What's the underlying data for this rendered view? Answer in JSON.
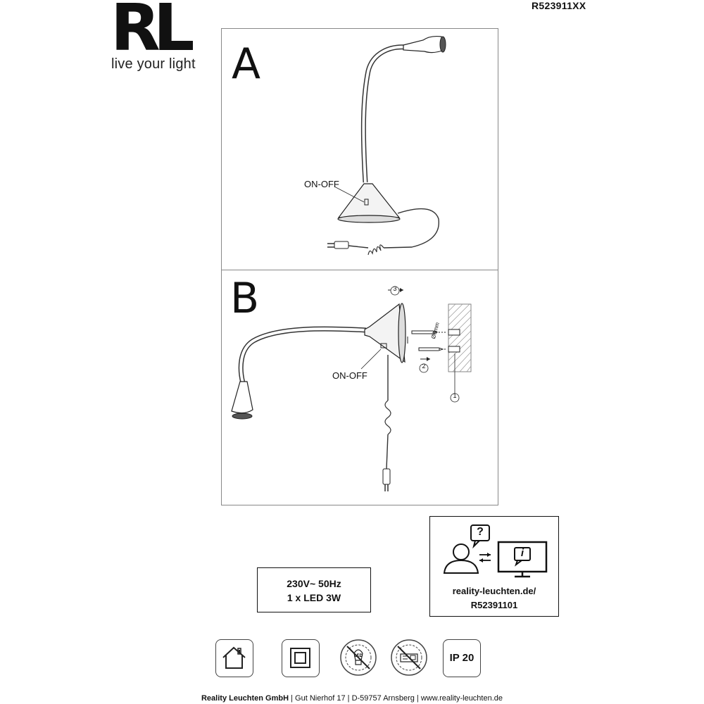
{
  "header": {
    "logo_letters": "RL",
    "logo_tagline": "live your light",
    "article_number": "R523911XX"
  },
  "panel_a": {
    "letter": "A",
    "switch_label": "ON-OFF"
  },
  "panel_b": {
    "letter": "B",
    "switch_label": "ON-OFF",
    "step_labels": [
      "3",
      "2",
      "1"
    ],
    "drill_size": "Ø6mm"
  },
  "specs": {
    "voltage": "230V~ 50Hz",
    "lamp": "1 x LED 3W"
  },
  "info": {
    "url_line1": "reality-leuchten.de/",
    "url_line2": "R52391101",
    "question_mark": "?",
    "info_letter": "i"
  },
  "icons": [
    {
      "name": "indoor-use-icon"
    },
    {
      "name": "protection-class-2-icon"
    },
    {
      "name": "led-not-replaceable-icon"
    },
    {
      "name": "driver-not-replaceable-icon"
    },
    {
      "name": "ip-rating-icon",
      "text": "IP 20"
    }
  ],
  "footer": {
    "company": "Reality Leuchten GmbH",
    "address": "Gut Nierhof 17",
    "city": "D-59757 Arnsberg",
    "website": "www.reality-leuchten.de",
    "separator": "|"
  }
}
